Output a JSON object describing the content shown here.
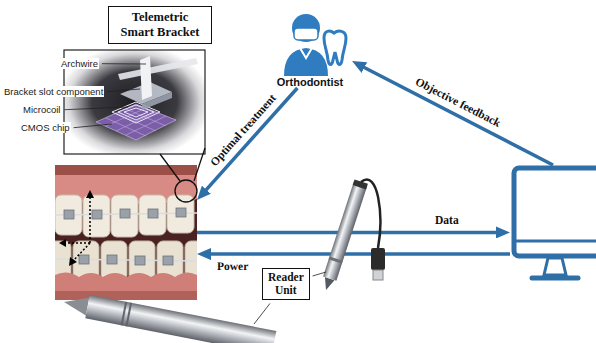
{
  "diagram": {
    "nodes": [
      {
        "text": [
          "Telemetric Smart Bracket"
        ]
      },
      {
        "text": [
          "Orthodontist"
        ]
      },
      {
        "text": []
      },
      {
        "text": [
          "Reader Unit"
        ]
      },
      {
        "text": []
      }
    ],
    "edges": [
      {
        "from": 1,
        "to": 2,
        "label": "Optimal treatment",
        "arrow": "to"
      },
      {
        "from": 4,
        "to": 1,
        "label": "Objective feedback",
        "arrow": "to"
      },
      {
        "from": 2,
        "to": 4,
        "label": "Data",
        "arrow": "to"
      },
      {
        "from": 4,
        "to": 2,
        "label": "Power",
        "arrow": "to"
      }
    ],
    "labels": [
      "Archwire",
      "Bracket slot component",
      "Microcoil",
      "CMOS chip"
    ]
  }
}
